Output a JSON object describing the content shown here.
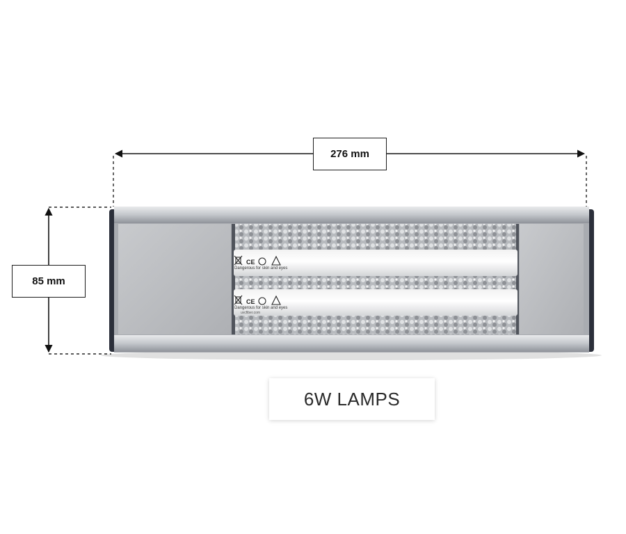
{
  "dimensions": {
    "width_label": "276 mm",
    "height_label": "85 mm"
  },
  "caption": "6W LAMPS",
  "lamp_markings": {
    "warning_text": "Dangerous for skin and eyes",
    "url_text": "uvcfiber.com",
    "symbols": [
      "weee-bin-icon",
      "ce-mark-icon",
      "hg-mercury-icon",
      "uv-warning-triangle-icon"
    ]
  },
  "colors": {
    "housing_frame": "#2b2f3a",
    "aluminum": "#c9ccd1",
    "end_panel": "#b9bbbf",
    "background": "#ffffff"
  }
}
